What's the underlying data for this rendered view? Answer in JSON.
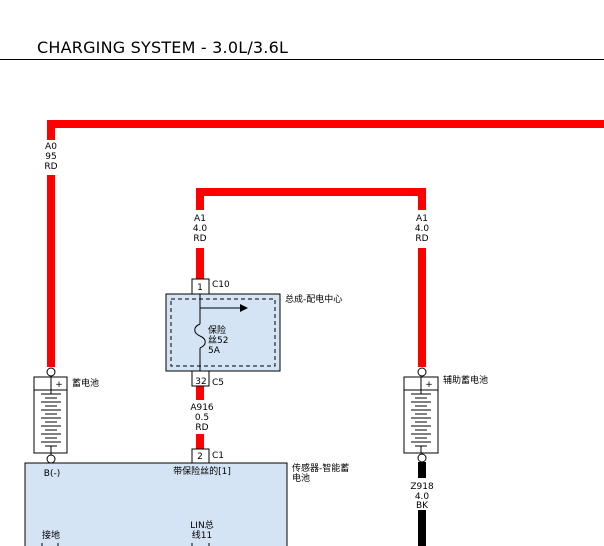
{
  "title": "CHARGING SYSTEM - 3.0L/3.6L",
  "colors": {
    "wire_rd": "#ff0000",
    "wire_bk": "#000000",
    "component_fill": "#d4e4f4",
    "outline": "#000000"
  },
  "wires": {
    "a0": {
      "id": "A0",
      "gauge": "95",
      "color": "RD"
    },
    "a1_left": {
      "id": "A1",
      "gauge": "4.0",
      "color": "RD"
    },
    "a1_right": {
      "id": "A1",
      "gauge": "4.0",
      "color": "RD"
    },
    "a916": {
      "id": "A916",
      "gauge": "0.5",
      "color": "RD"
    },
    "z918": {
      "id": "Z918",
      "gauge": "4.0",
      "color": "BK"
    }
  },
  "connectors": {
    "c10": {
      "pin": "1",
      "name": "C10"
    },
    "c5": {
      "pin": "32",
      "name": "C5"
    },
    "c1": {
      "pin": "2",
      "name": "C1"
    }
  },
  "components": {
    "pdc": {
      "name": "总成-配电中心",
      "fuse_line1": "保险",
      "fuse_line2": "丝52",
      "fuse_rating": "5A"
    },
    "battery": {
      "name": "蓄电池",
      "terminal": "+"
    },
    "aux_battery": {
      "name": "辅助蓄电池",
      "terminal": "+"
    },
    "sensor": {
      "name_line1": "传感器-智能蓄",
      "name_line2": "电池",
      "pin_b": "B(-)",
      "fused": "带保险丝的[1]",
      "ground": "接地",
      "lin_line1": "LIN总",
      "lin_line2": "线11"
    }
  }
}
